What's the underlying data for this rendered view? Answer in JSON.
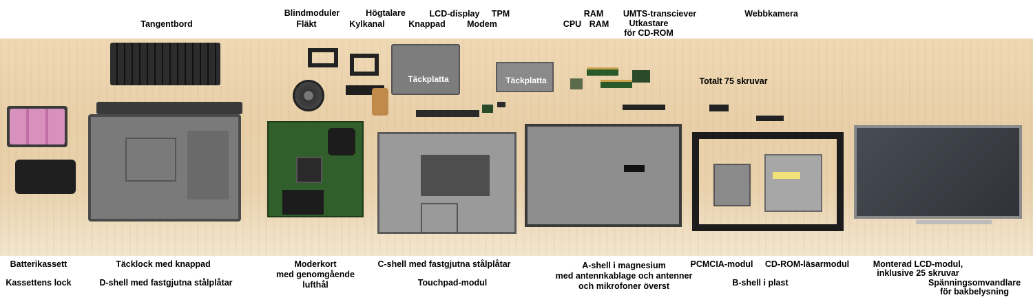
{
  "labels": {
    "tangentbord": "Tangentbord",
    "blindmoduler": "Blindmoduler",
    "flakt": "Fläkt",
    "hogtalare": "Högtalare",
    "kylkanal": "Kylkanal",
    "lcd_display": "LCD-display",
    "tpm": "TPM",
    "knappad": "Knappad",
    "modem": "Modem",
    "ram_top": "RAM",
    "cpu": "CPU",
    "ram_bottom": "RAM",
    "umts": "UMTS-transciever",
    "utkastare_1": "Utkastare",
    "utkastare_2": "för CD-ROM",
    "webbkamera": "Webbkamera",
    "tackplatta_1": "Täckplatta",
    "tackplatta_2": "Täckplatta",
    "skruvar": "Totalt 75 skruvar",
    "batterikassett": "Batterikassett",
    "kassettens_lock": "Kassettens lock",
    "tacklock": "Täcklock med knappad",
    "d_shell": "D-shell med fastgjutna stålplåtar",
    "moderkort_1": "Moderkort",
    "moderkort_2": "med genomgående",
    "moderkort_3": "lufthål",
    "c_shell": "C-shell med fastgjutna stålplåtar",
    "touchpad": "Touchpad-modul",
    "a_shell_1": "A-shell i magnesium",
    "a_shell_2": "med antennkablage och antenner",
    "a_shell_3": "och mikrofoner överst",
    "pcmcia": "PCMCIA-modul",
    "cdrom": "CD-ROM-läsarmodul",
    "b_shell": "B-shell i plast",
    "lcd_modul_1": "Monterad LCD-modul,",
    "lcd_modul_2": "inklusive 25 skruvar",
    "spanning_1": "Spänningsomvandlare",
    "spanning_2": "för bakbelysning"
  },
  "colors": {
    "table": "#e9d2ad",
    "chassis": "#6a6a6a",
    "board": "#2f5a2a",
    "battery": "#d48ab8",
    "screen": "#3a3d44"
  }
}
